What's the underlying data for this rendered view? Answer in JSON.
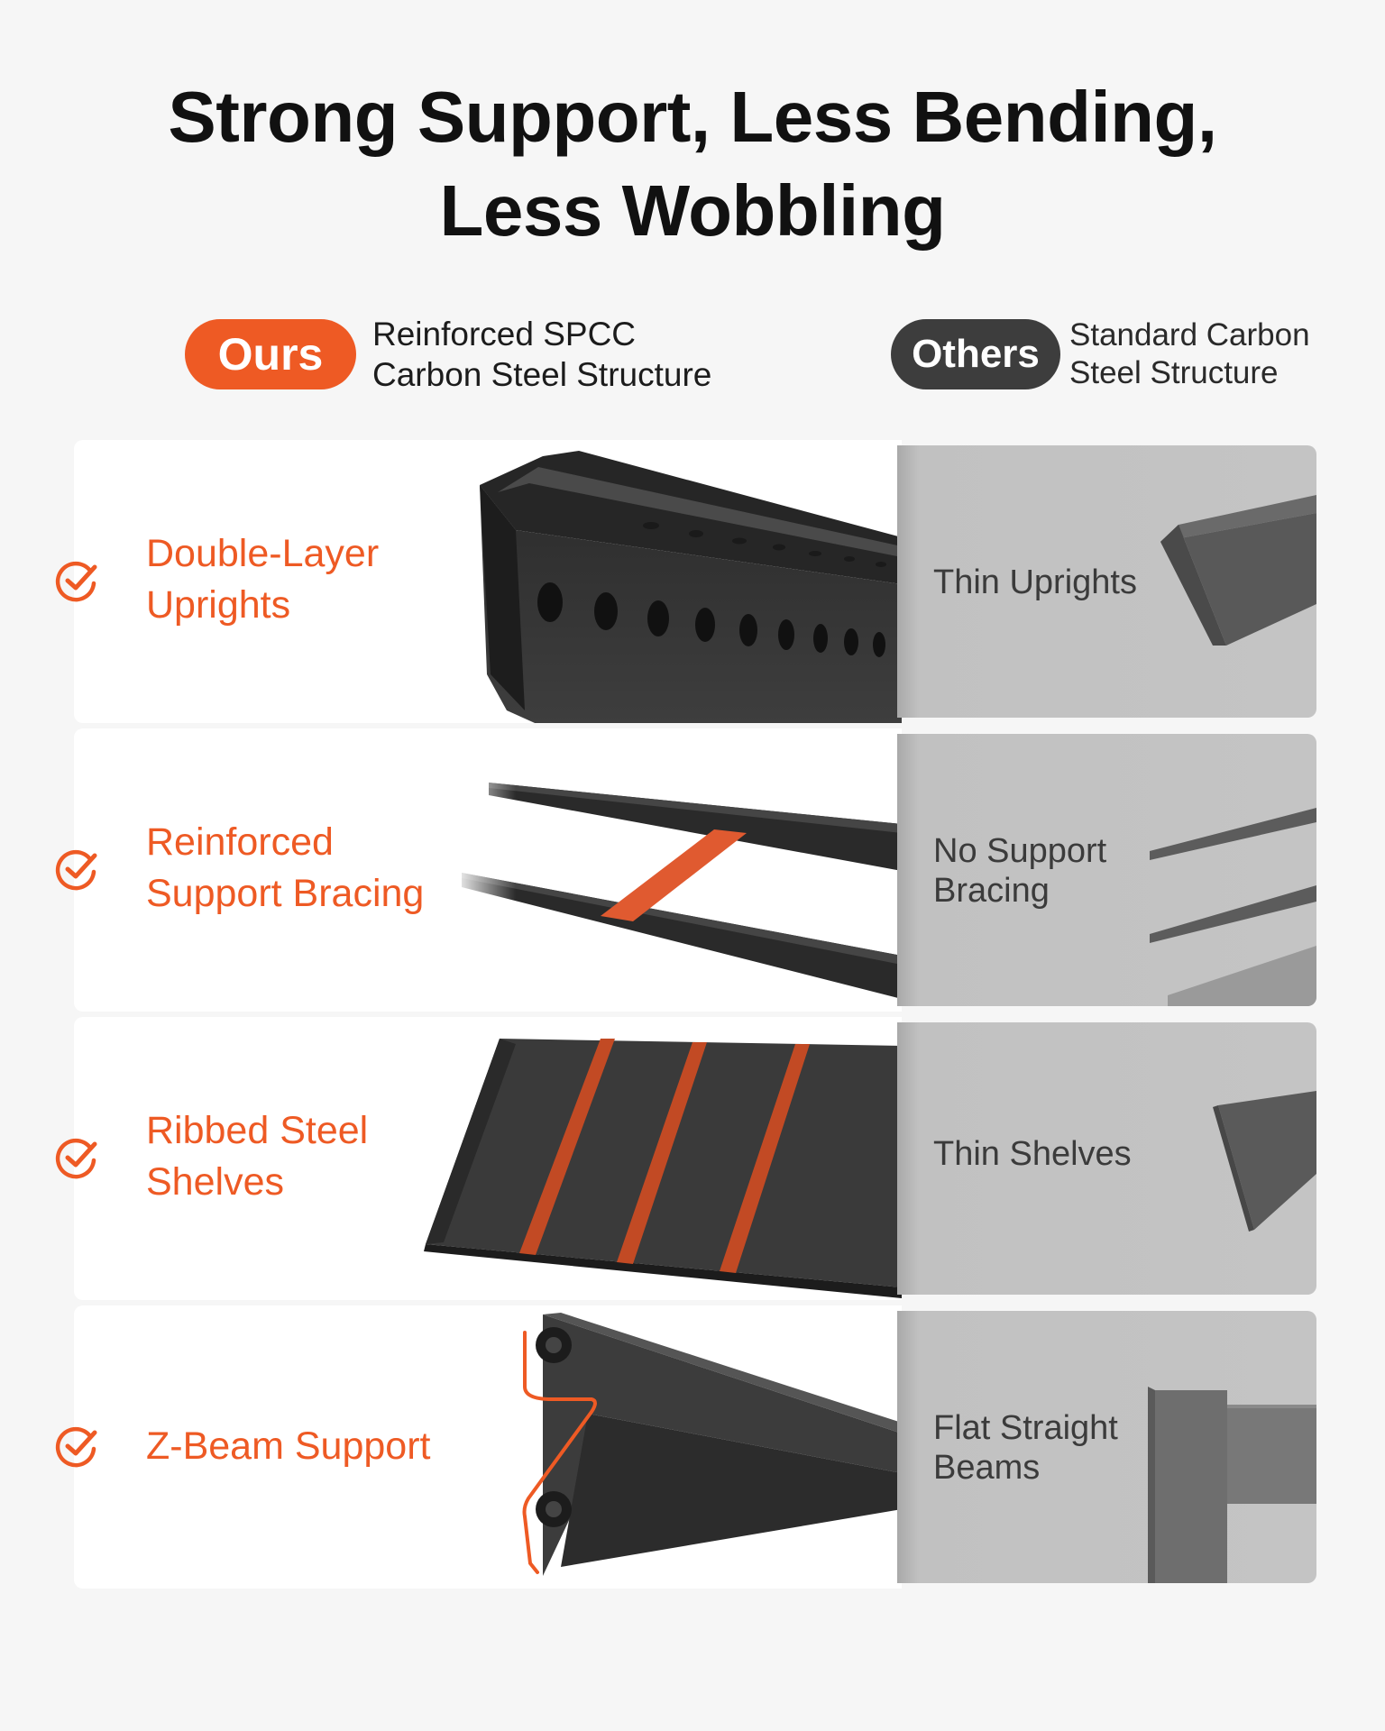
{
  "title": {
    "line1": "Strong Support, Less Bending,",
    "line2": "Less Wobbling"
  },
  "legend": {
    "ours": {
      "badge": "Ours",
      "line1": "Reinforced SPCC",
      "line2": "Carbon Steel Structure"
    },
    "others": {
      "badge": "Others",
      "line1": "Standard Carbon",
      "line2": "Steel Structure"
    }
  },
  "rows": [
    {
      "ours": {
        "line1": "Double-Layer",
        "line2": "Uprights"
      },
      "others": {
        "line1": "Thin Uprights",
        "line2": ""
      }
    },
    {
      "ours": {
        "line1": "Reinforced",
        "line2": "Support Bracing"
      },
      "others": {
        "line1": "No Support",
        "line2": "Bracing"
      }
    },
    {
      "ours": {
        "line1": "Ribbed Steel",
        "line2": "Shelves"
      },
      "others": {
        "line1": "Thin Shelves",
        "line2": ""
      }
    },
    {
      "ours": {
        "line1": "Z-Beam Support",
        "line2": ""
      },
      "others": {
        "line1": "Flat Straight",
        "line2": "Beams"
      }
    }
  ],
  "colors": {
    "accent": "#ee5a24",
    "dark_badge": "#3d3d3d",
    "background": "#f6f6f6",
    "others_panel": "#c4c4c4",
    "steel": "#3a3a3a"
  },
  "icons": {
    "feature_marker": "check-circle-icon"
  }
}
